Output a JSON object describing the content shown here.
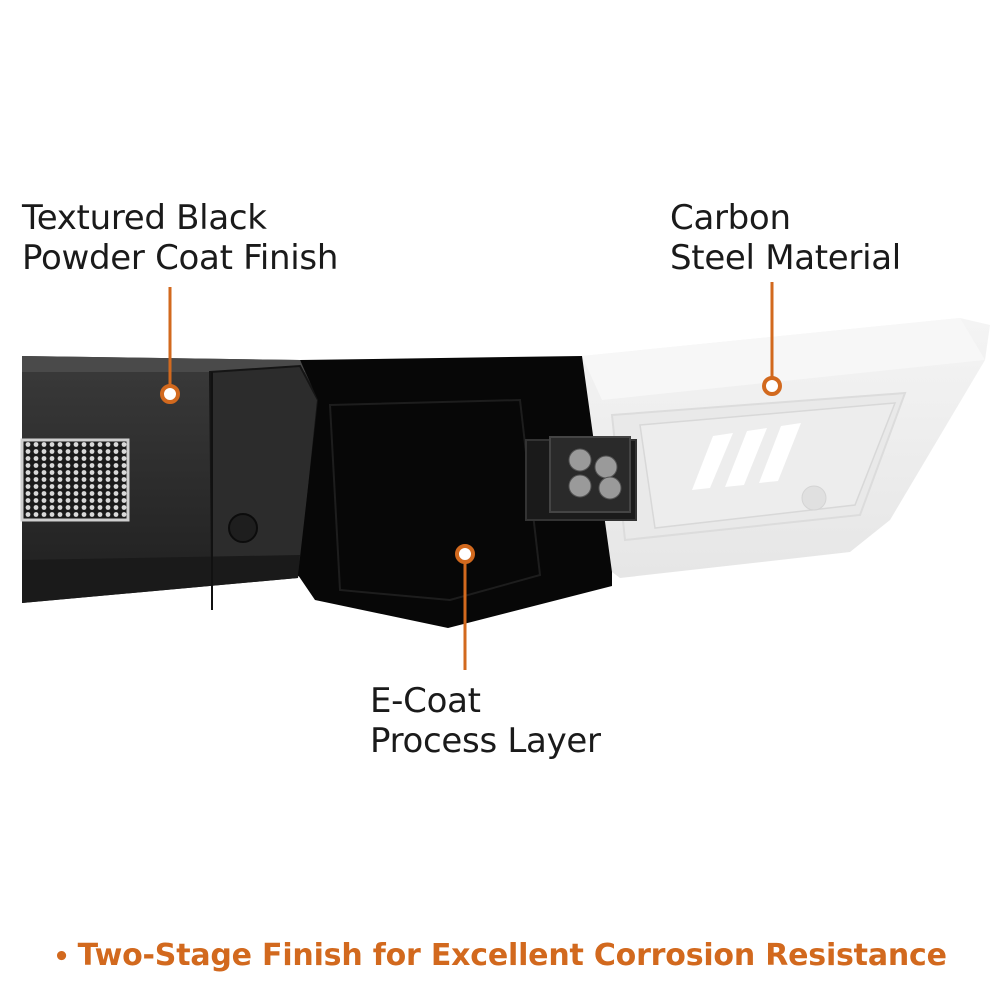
{
  "callouts": {
    "powder_coat": {
      "line1": "Textured Black",
      "line2": "Powder Coat Finish"
    },
    "carbon_steel": {
      "line1": "Carbon",
      "line2": "Steel Material"
    },
    "e_coat": {
      "line1": "E-Coat",
      "line2": "Process Layer"
    }
  },
  "footer": {
    "bullet": "•",
    "text": "Two-Stage Finish for Excellent Corrosion Resistance"
  },
  "colors": {
    "accent": "#d2691e",
    "text": "#1a1a1a",
    "powder_black": "#2a2a2a",
    "ecoat_black": "#080808",
    "bare_steel": "#efefef"
  },
  "icons": [
    "marker-dot-icon",
    "led-light-icon",
    "honeycomb-grille-icon"
  ]
}
